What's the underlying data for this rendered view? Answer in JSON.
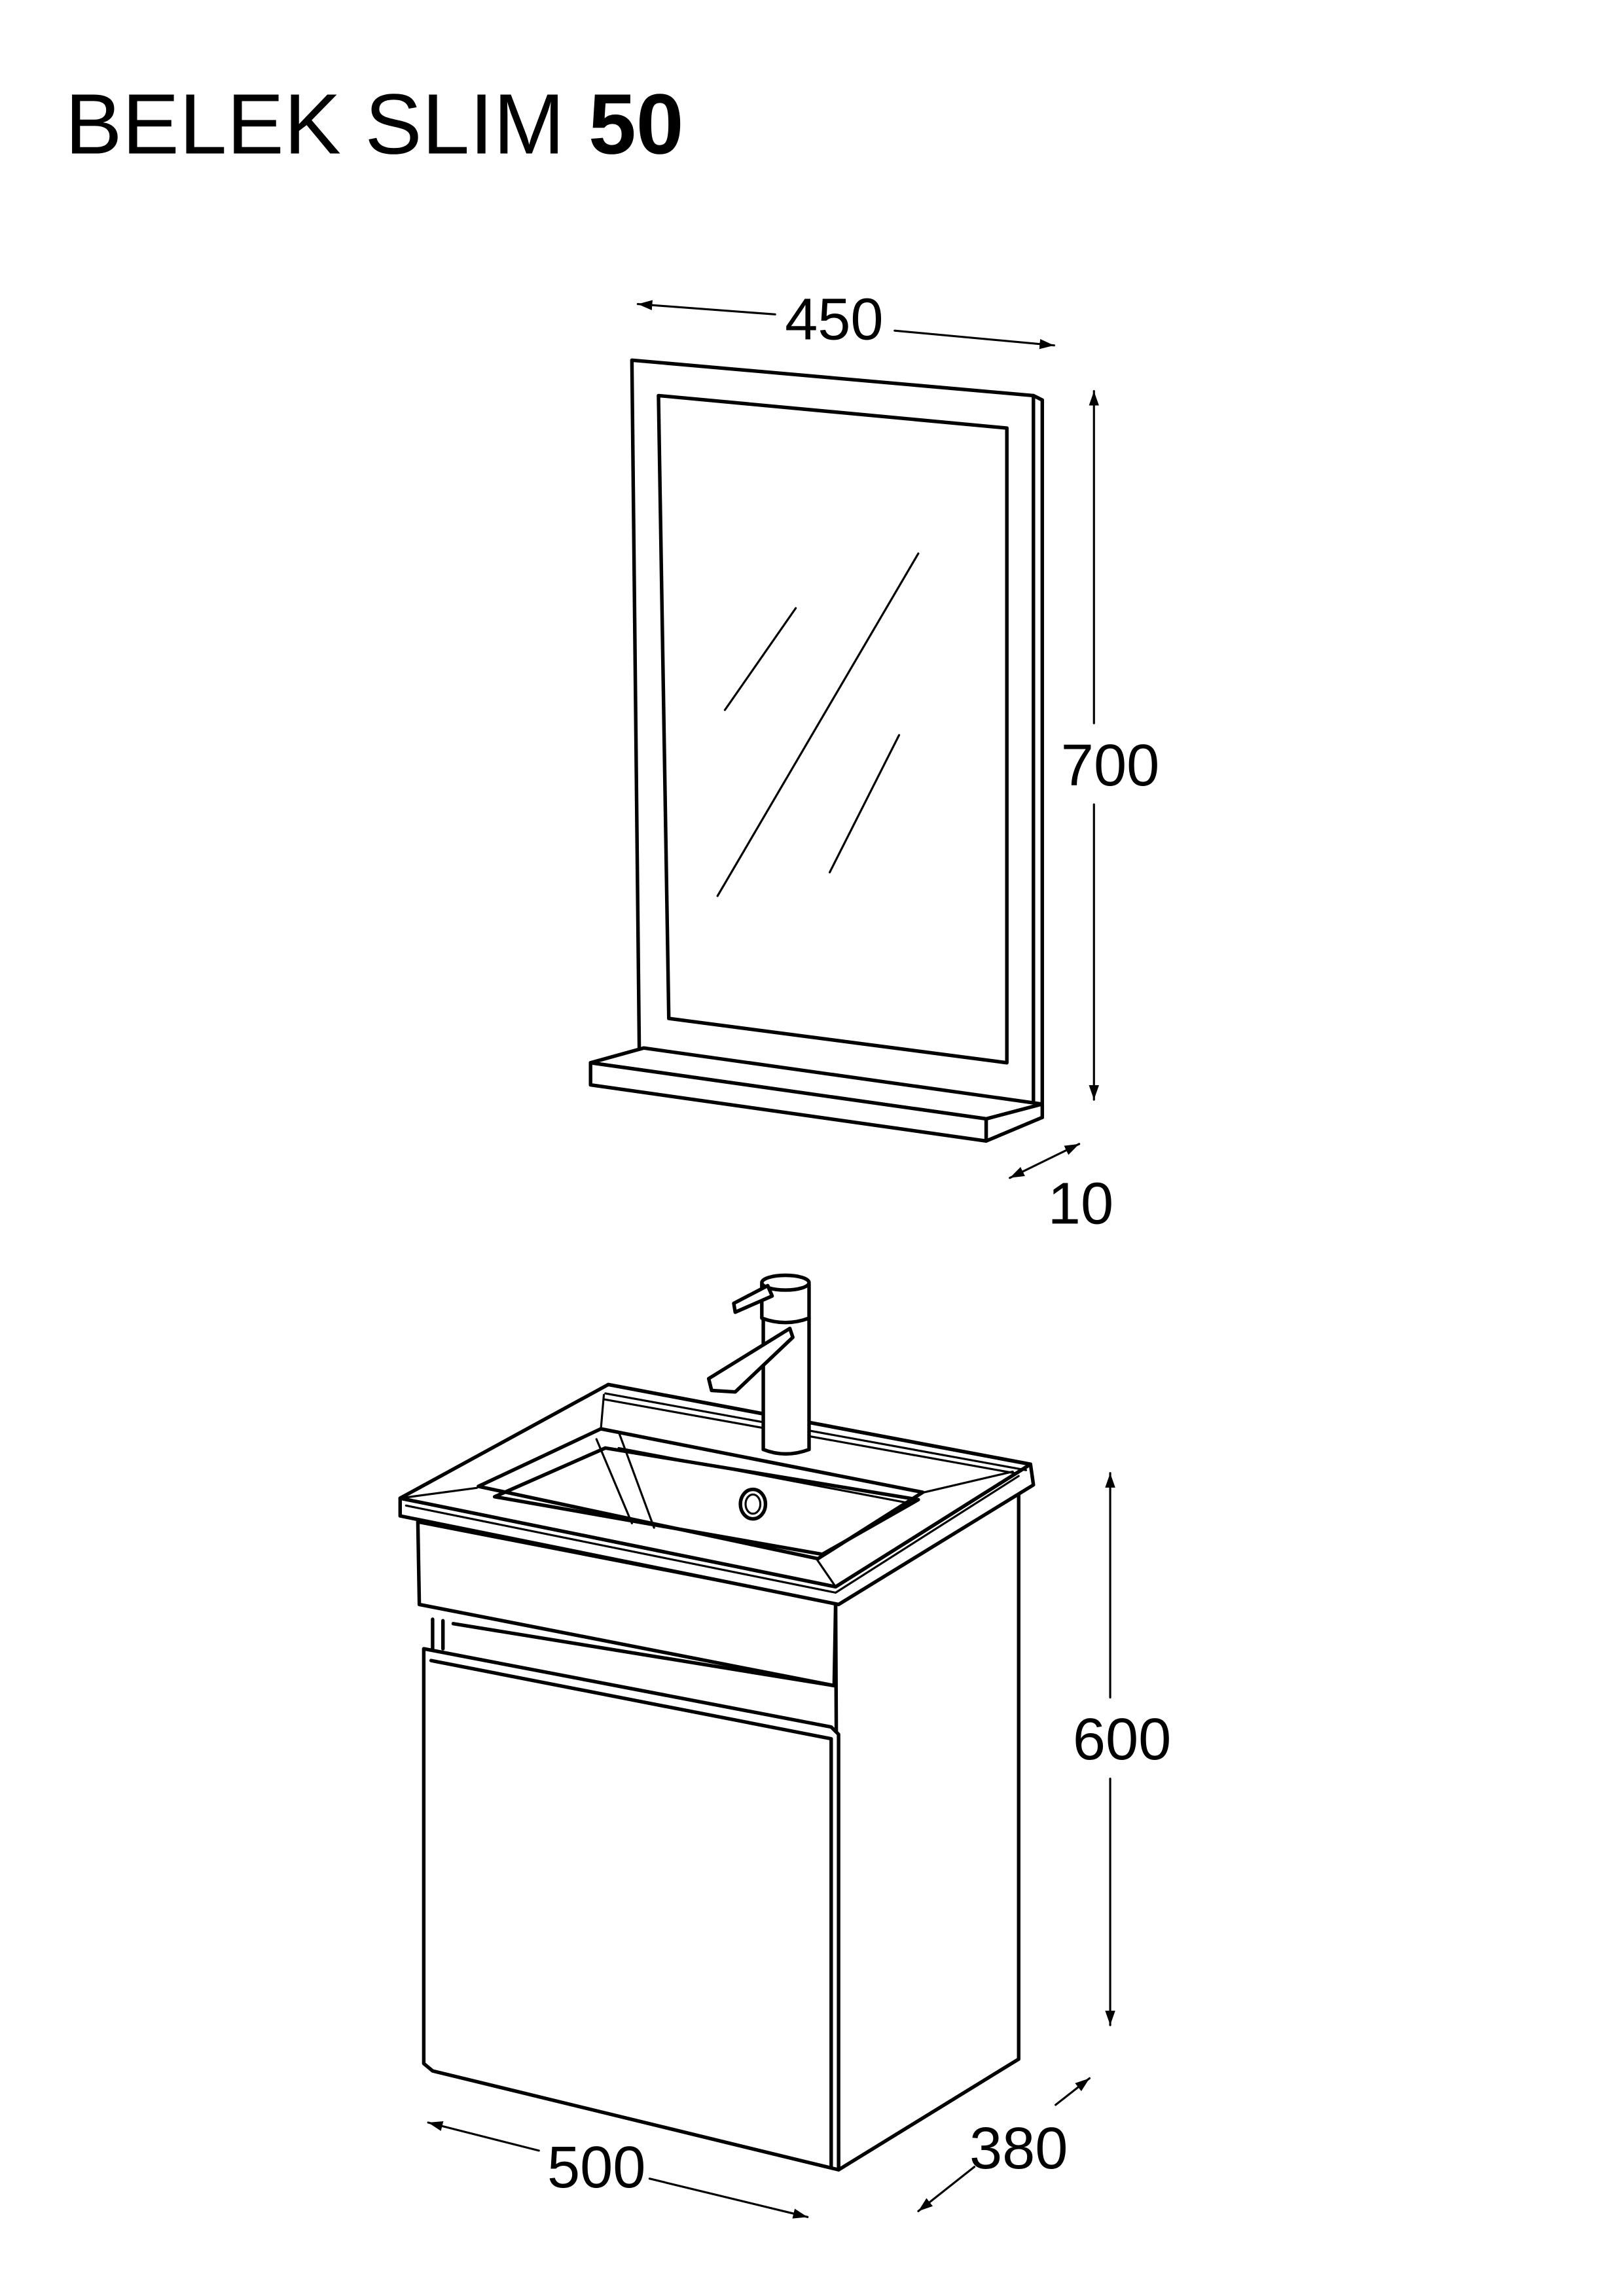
{
  "title": {
    "name": "BELEK SLIM",
    "size": "50"
  },
  "mirror": {
    "width": "450",
    "height": "700",
    "shelf_depth": "10"
  },
  "cabinet": {
    "width": "500",
    "height": "600",
    "depth": "380"
  },
  "colors": {
    "line": "#000000",
    "background": "#ffffff"
  }
}
